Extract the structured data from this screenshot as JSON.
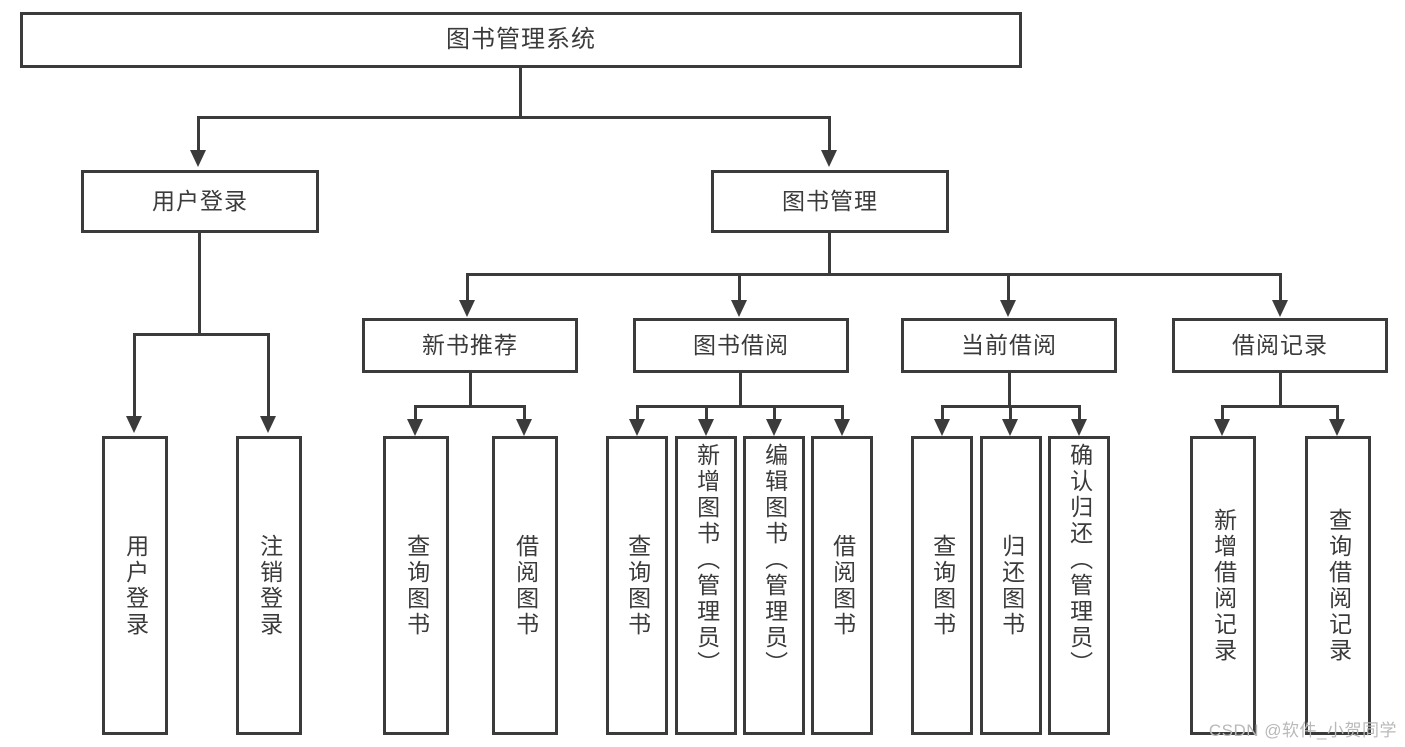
{
  "diagram": {
    "type": "tree-hierarchy",
    "title": "图书管理系统",
    "stroke_color": "#3b3b3b",
    "background_color": "#ffffff",
    "watermark": "CSDN @软件_小贺同学",
    "levels": 4
  },
  "root": {
    "label": "图书管理系统"
  },
  "level2": [
    {
      "label": "用户登录"
    },
    {
      "label": "图书管理"
    }
  ],
  "level3": [
    {
      "label": "新书推荐"
    },
    {
      "label": "图书借阅"
    },
    {
      "label": "当前借阅"
    },
    {
      "label": "借阅记录"
    }
  ],
  "leaves": {
    "user_login": [
      {
        "label": "用户登录"
      },
      {
        "label": "注销登录"
      }
    ],
    "new_book": [
      {
        "label": "查询图书"
      },
      {
        "label": "借阅图书"
      }
    ],
    "book_borrow": [
      {
        "label": "查询图书"
      },
      {
        "label": "新增图书（管理员）"
      },
      {
        "label": "编辑图书（管理员）"
      },
      {
        "label": "借阅图书"
      }
    ],
    "current_borrow": [
      {
        "label": "查询图书"
      },
      {
        "label": "归还图书"
      },
      {
        "label": "确认归还（管理员）"
      }
    ],
    "borrow_record": [
      {
        "label": "新增借阅记录"
      },
      {
        "label": "查询借阅记录"
      }
    ]
  }
}
